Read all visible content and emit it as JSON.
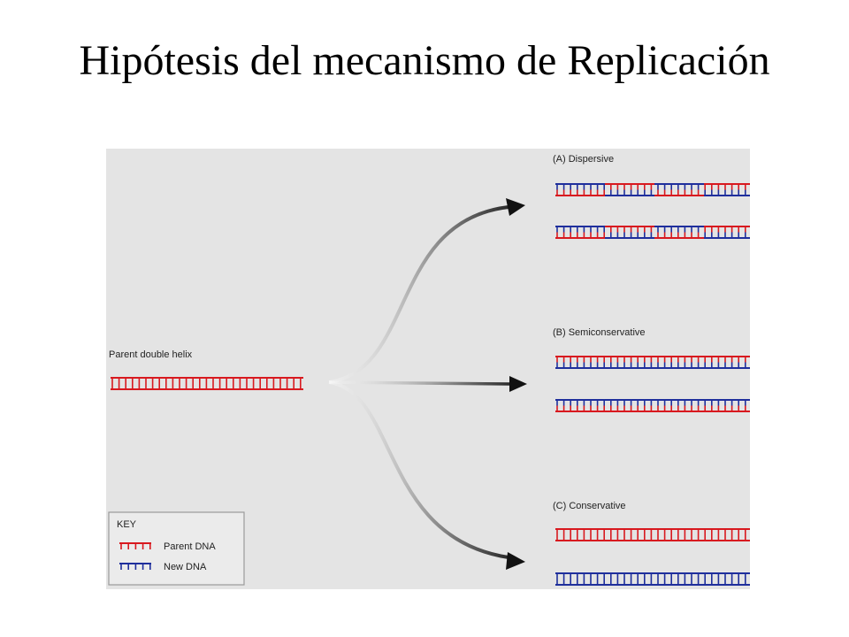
{
  "title": "Hipótesis del mecanismo de Replicación",
  "parent_label": "Parent double helix",
  "models": [
    {
      "label": "(A) Dispersive"
    },
    {
      "label": "(B) Semiconservative"
    },
    {
      "label": "(C) Conservative"
    }
  ],
  "key": {
    "title": "KEY",
    "items": [
      {
        "label": "Parent DNA",
        "color": "#d8191f"
      },
      {
        "label": "New DNA",
        "color": "#1f2f9c"
      }
    ]
  },
  "colors": {
    "parent": "#d8191f",
    "new": "#1f2f9c",
    "background": "#e4e4e4",
    "arrow": "#111111"
  }
}
